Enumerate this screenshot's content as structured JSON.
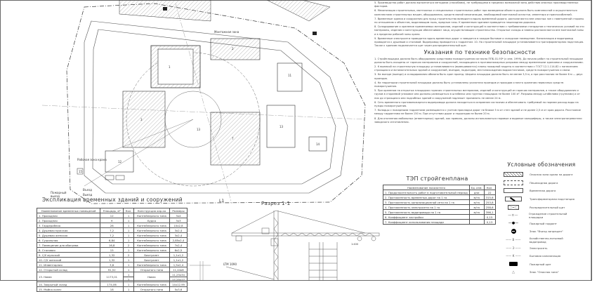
{
  "notes": {
    "general": [
      "5. Производство работ должно выполняться методами (способами), не требующими в пределах возможной зоны действия опасных производственных факторов.",
      "6. Механизация строительных, монтажных и специальных строительных работ при возведении объекта должна быть комплексной и осуществляться комплектами строительных машин, оборудования, средств малой механизации, необходимой монтажной оснастки, инвентаря и приспособлений.",
      "7. Временные здания и сооружения для нужд строительства возводятся вдоль временной дороги, располагаются вне опасных зон с наветренной стороны по отношению к объектам, выделяющим пыль, вредные газы. К временным зданиям проводится пешеходная дорожка.",
      "8. Складирование и хранение применяемых материалов, изделий и конструкций в соответствии с требованиями стандартов и технических условий на эти материалы, изделия и конструкции обеспечивают лица, осуществляющие строительство. Открытые склады и навесы располагаются вне монтажной зоны и в пределах рабочей зоны крана.",
      "9. Временные электросети проводятся вдоль временных дорог и заводятся в каждое бытовое и складское помещение. Канализация и водопровод проводятся к душевым и столовой. Водопровод проводится к гидрантам. 10. На строительной площадке устанавливается трансформаторная подстанция. Также к зданиям подключается щит через распределительный щит."
    ],
    "safety_title": "Указания по технике безопасности",
    "safety": [
      "1. Стройплощадка должна быть оборудована средствами пожаротушения согласно ППБ-01-93* (с изм. 1999). До начала работ на строительной площадке должны быть очищены от горючих материалов и сооружений, находящихся в противопожарных разрывах между временными зданиями и сооружениями.",
      "2. К выемкой на строительную площадку устанавливаются (вывешиваются) планы пожарной защиты в соответствии с ГОСТ 12.1.114-82 с нанесением строящихся и вспомогательных зданий и сооружений, въездов, подъездов, местонахождения водоисточников, средств пожаротушения и связи.",
      "3. На въезде (выезде) и складирования обязана быть кран проезд. Ширина площадки должна быть не менее 3,5 м, а при расстоянии не более 6 м — двух проездов.",
      "4. На территории строительной площадки должны быть установлены указатели проездов и проходов и место хранения первичных средств пожаротушения.",
      "5. При хранении на открытых площадках горючих строительных материалов, изделий и конструкций из горючих материалов, а также оборудования и грузов в сгораемой упаковке они должны размещаться в штабелях или группах площадью не более 100 м². Разрывы между штабелями (группами) и от них до строящихся или подсобных зданий и сооружений надлежит принимать не менее 24 м.",
      "6. Сеть временного противопожарного водопровода должна находиться в исправном состоянии и обеспечивать требуемый по нормам расход воды на нужды пожаротушения.",
      "7. Колодцы с пожарными гидрантами размещаются с учетом прокладки дорог не ближе 5 м от стен зданий и не далее 2,5 м от края дороги. Расстояние между гидрантами не более 150 м. При отсутствии дорог и подъездов не более 20 м.",
      "8. Для отопления мобильных (инвентарных) зданий, как правило, должны использоваться паровые и водяные калориферы, а также электронагреватели заводского изготовления."
    ]
  },
  "legend": {
    "title": "Условные обозначения",
    "items": [
      {
        "label": "Опасная зона крана на дороге",
        "symbol": "hatch"
      },
      {
        "label": "Пешеходная дорога",
        "symbol": "dashed-box"
      },
      {
        "label": "Временная дорога",
        "symbol": "box"
      },
      {
        "label": "Трансформаторная подстанция",
        "symbol": "transformer"
      },
      {
        "label": "Распределительный щит",
        "symbol": "envelope"
      },
      {
        "label": "Ограждение строительной площадки",
        "symbol": "x-line"
      },
      {
        "label": "Пожарный гидрант",
        "symbol": "hydrant"
      },
      {
        "label": "Знак \"Въезд запрещен\"",
        "symbol": "no-entry"
      },
      {
        "label": "Хозяйственно-питьевой водопровод",
        "symbol": "В"
      },
      {
        "label": "Электросеть",
        "symbol": "Э"
      },
      {
        "label": "Бытовая канализация",
        "symbol": "К"
      },
      {
        "label": "Пожарный щит",
        "symbol": "fire-board"
      },
      {
        "label": "Знак \"Опасная зона\"",
        "symbol": "triangle"
      }
    ]
  },
  "tep": {
    "title": "ТЭП стройгенплана",
    "headers": [
      "Наименование показателя",
      "Ед. изм.",
      "Кол."
    ],
    "rows": [
      [
        "1. Продолжительность работ в подготовительный период",
        "дни",
        "22"
      ],
      [
        "2. Протяженность временных дорог на 1 га",
        "м/га",
        "315,6"
      ],
      [
        "3. Протяженность канализационной сети на 1 га",
        "м/га",
        "253,8"
      ],
      [
        "4. Протяженность электросети на 1 га",
        "м/га",
        "258,6"
      ],
      [
        "5. Протяженность водопровода на 1 га",
        "м/га",
        "396,1"
      ],
      [
        "6. Коэффициент застройки",
        "",
        "0,15"
      ],
      [
        "7. Коэффициент использования площади",
        "",
        "0,13"
      ]
    ]
  },
  "explication": {
    "title": "Экспликация временных зданий и сооружений",
    "headers": [
      "Наименование временных помещений",
      "Площадь, м²",
      "Кол.",
      "Конструкция хар-ка",
      "Размеры"
    ],
    "rows": [
      [
        "1. Проходная",
        "12",
        "1",
        "Контейнерного типа",
        "3x4"
      ],
      [
        "2. Проходная",
        "9",
        "1",
        "Будка",
        "3x3"
      ],
      [
        "3. Гардеробная",
        "28",
        "1",
        "Контейнерного типа",
        "10x2,8"
      ],
      [
        "4. Душевая мужская",
        "7,2",
        "1",
        "Контейнерного типа",
        "3x2,4"
      ],
      [
        "5. Душевая женская",
        "7,2",
        "1",
        "Контейнерного типа",
        "3x2,4"
      ],
      [
        "6. Сушильная",
        "6,84",
        "1",
        "Контейнерного типа",
        "2,85x2,4"
      ],
      [
        "7. Помещение для обогрева",
        "16,8",
        "2",
        "Контейнерного типа",
        "7x2,4"
      ],
      [
        "8. Столовая",
        "15",
        "1",
        "Контейнерного типа",
        "6x2,5"
      ],
      [
        "9. С/У мужской",
        "1,32",
        "2",
        "Биотуалет",
        "1,1x1,2"
      ],
      [
        "10. С/У женский",
        "1,32",
        "1",
        "Биотуалет",
        "1,1x1,2"
      ],
      [
        "11. Инвентарная",
        "3,6",
        "1",
        "Контейнерного типа",
        "1,5x2,4"
      ],
      [
        "12. Открытый склад",
        "91,52",
        "1",
        "Открытого типа",
        "11,44x8"
      ]
    ],
    "row13": {
      "name": "13. Навес",
      "area": "1173,01",
      "qty": [
        "1",
        "2"
      ],
      "type": "Навес",
      "sizes": [
        "11,25x34",
        "17,25x17"
      ]
    },
    "rows_after": [
      [
        "14. Закрытый склад",
        "174,06",
        "1",
        "Контейнерного типа",
        "14x12,99"
      ],
      [
        "15. Мойка колес",
        "18",
        "1",
        "Открытого типа",
        "5x3,6"
      ]
    ]
  },
  "plan": {
    "labels": {
      "mount_zone": "Монтажная зона",
      "work_zone": "Рабочая зона крана",
      "fire_exit": "Пожарный выезд",
      "entry": "Въезд",
      "exit": "Выезд",
      "axis": "L1"
    },
    "numbers": [
      "1",
      "2",
      "3",
      "7",
      "11",
      "12",
      "13",
      "13",
      "14",
      "15"
    ]
  },
  "section": {
    "title": "Разрез 1-1",
    "crane": "LTM 1090",
    "scale_label": "1:400"
  }
}
